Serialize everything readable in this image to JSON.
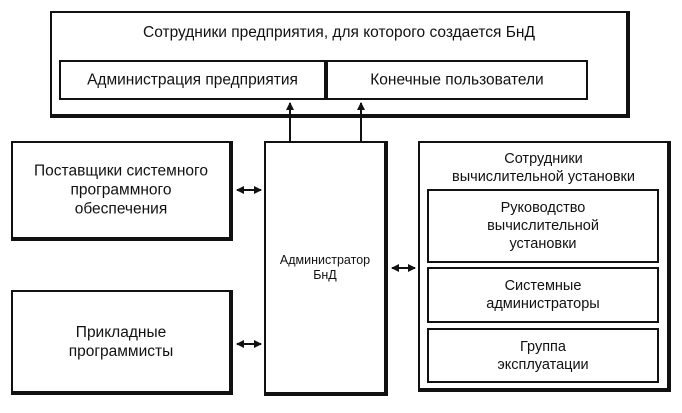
{
  "diagram": {
    "enterprise_staff": {
      "title": "Сотрудники предприятия, для которого создается БнД",
      "administration": "Администрация предприятия",
      "end_users": "Конечные пользователи"
    },
    "suppliers": "Поставщики системного\nпрограммного\nобеспечения",
    "app_programmers": "Прикладные\nпрограммисты",
    "db_admin": "Администратор\nБнД",
    "computing_staff": {
      "title": "Сотрудники\nвычислительной установки",
      "management": "Руководство\nвычислительной\nустановки",
      "sys_admins": "Системные\nадминистраторы",
      "operations": "Группа\nэксплуатации"
    }
  }
}
